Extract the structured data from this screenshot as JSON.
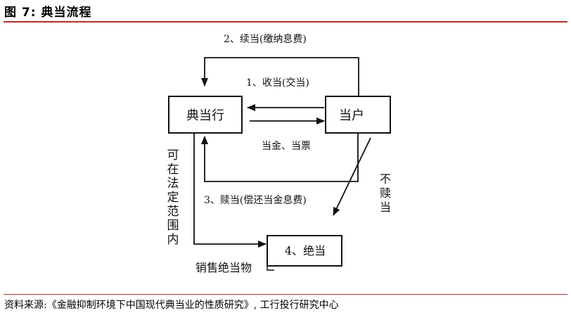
{
  "title": "图 7:  典当流程",
  "nodes": {
    "pawnshop": "典当行",
    "customer": "当户",
    "forfeit": "4、绝当"
  },
  "edges": {
    "renew": "2、续当",
    "renew_note": "(缴纳息费)",
    "pawn": "1、收当(交当)",
    "cash_ticket": "当金、当票",
    "redeem": "3、赎当",
    "redeem_note": "(偿还当金息费)",
    "not_redeemed": [
      "不",
      "赎",
      "当"
    ],
    "legal_range": [
      "可",
      "在",
      "法",
      "定",
      "范",
      "围",
      "内"
    ],
    "sell": "销售绝当物"
  },
  "source": "资料来源:《金融抑制环境下中国现代典当业的性质研究》, 工行投行研究中心",
  "colors": {
    "rule": "#b0302a",
    "ink": "#111111"
  }
}
